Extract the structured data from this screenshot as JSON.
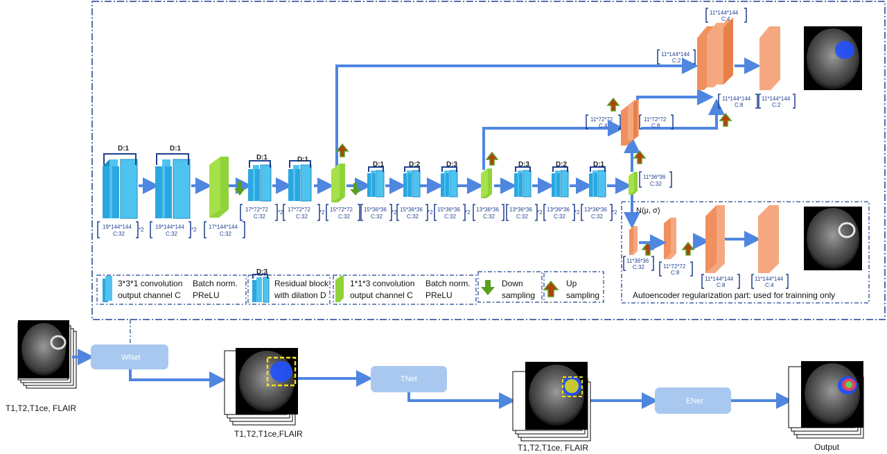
{
  "colors": {
    "arrow": "#4f86e0",
    "cyan": "#4fc3ef",
    "green": "#8fd23a",
    "salmon": "#f5a880",
    "net_box": "#a8c8ef",
    "dim_text": "#1f3f8f",
    "frame": "#1f3f8f"
  },
  "encoder": {
    "blocks": [
      {
        "dilation": "D:1",
        "dim": "19*144*144",
        "channels": "C:32",
        "mult": "*2"
      },
      {
        "dilation": "D:1",
        "dim": "19*144*144",
        "channels": "C:32",
        "mult": "*2"
      },
      {
        "dim": "17*144*144",
        "channels": "C:32"
      },
      {
        "dilation": "D:1",
        "dim": "17*72*72",
        "channels": "C:32",
        "mult": "*2"
      },
      {
        "dilation": "D:1",
        "dim": "17*72*72",
        "channels": "C:32",
        "mult": "*2"
      },
      {
        "dim": "15*72*72",
        "channels": "C:32"
      },
      {
        "dilation": "D:1",
        "dim": "15*36*36",
        "channels": "C:32",
        "mult": "*2"
      },
      {
        "dilation": "D:2",
        "dim": "15*36*36",
        "channels": "C:32",
        "mult": "*2"
      },
      {
        "dilation": "D:3",
        "dim": "15*36*36",
        "channels": "C:32",
        "mult": "*2"
      },
      {
        "dim": "13*36*36",
        "channels": "C:32"
      },
      {
        "dilation": "D:3",
        "dim": "13*36*36",
        "channels": "C:32",
        "mult": "*2"
      },
      {
        "dilation": "D:2",
        "dim": "13*36*36",
        "channels": "C:32",
        "mult": "*2"
      },
      {
        "dilation": "D:1",
        "dim": "13*36*36",
        "channels": "C:32",
        "mult": "*2"
      },
      {
        "dim": "11*36*36",
        "channels": "C:32"
      }
    ]
  },
  "decoder": {
    "d1": {
      "dim": "11*72*72",
      "channels": "C:4"
    },
    "d2": {
      "dim": "11*72*72",
      "channels": "C:8"
    },
    "d3": {
      "dim": "11*144*144",
      "channels": "C:2"
    },
    "d4": {
      "dim": "11*144*144",
      "channels": "C:4"
    },
    "d5": {
      "dim": "11*144*144",
      "channels": "C:8"
    },
    "d6": {
      "dim": "11*144*144",
      "channels": "C:2"
    }
  },
  "autoencoder": {
    "sample_label": "N(μ, σ)",
    "a1": {
      "dim": "11*36*36",
      "channels": "C:32"
    },
    "a2": {
      "dim": "11*72*72",
      "channels": "C:8"
    },
    "a3": {
      "dim": "11*144*144",
      "channels": "C:8"
    },
    "a4": {
      "dim": "11*144*144",
      "channels": "C:4"
    },
    "caption": "Autoencoder regularization part: used for trainning only"
  },
  "legend": {
    "conv331_line1": "3*3*1 convolution",
    "conv331_line2": "output channel C",
    "bn1_line1": "Batch norm.",
    "bn1_line2": "PReLU",
    "res_dilation": "D:3",
    "res_line1": "Residual block",
    "res_line2": "with dilation D",
    "conv113_line1": "1*1*3 convolution",
    "conv113_line2": "output channel C",
    "bn2_line1": "Batch norm.",
    "bn2_line2": "PReLU",
    "down_line1": "Down",
    "down_line2": "sampling",
    "up_line1": "Up",
    "up_line2": "sampling"
  },
  "pipeline": {
    "input_label": "T1,T2,T1ce, FLAIR",
    "wnet": "WNet",
    "stage2_label": "T1,T2,T1ce,FLAIR",
    "tnet": "TNet",
    "stage3_label": "T1,T2,T1ce, FLAIR",
    "enet": "ENet",
    "output_label": "Output"
  }
}
